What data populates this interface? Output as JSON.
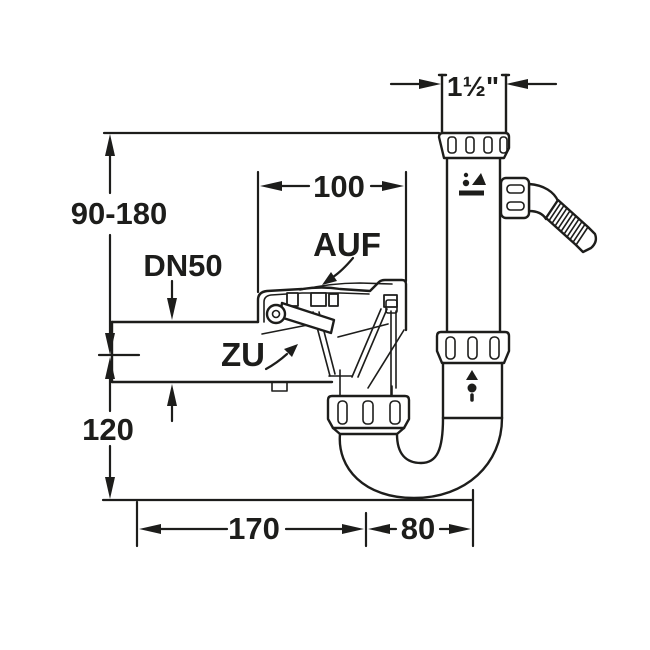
{
  "drawing": {
    "subject": "space-saving sink siphon (drain trap) technical dimension drawing",
    "colors": {
      "line": "#1d1d1b",
      "background": "#ffffff"
    },
    "dims": {
      "inlet_size": "1½\"",
      "height_range": "90-180",
      "pipe_standard": "DN50",
      "top_width": "100",
      "lower_height": "120",
      "base_left": "170",
      "base_right": "80"
    },
    "valve": {
      "open_label": "AUF",
      "closed_label": "ZU"
    },
    "icons": {
      "tap_mark": "tap-symbol-mark",
      "flow_mark": "triangle-dot-flow-mark",
      "hose": "corrugated-hose"
    }
  }
}
